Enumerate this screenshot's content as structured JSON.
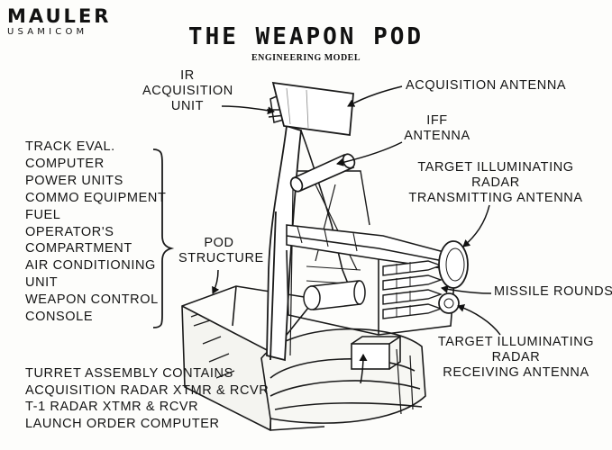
{
  "header": {
    "logo_main": "MAULER",
    "logo_sub": "USAMICOM",
    "title": "THE WEAPON POD",
    "subtitle": "ENGINEERING MODEL"
  },
  "labels": {
    "ir_acquisition_unit": [
      "IR",
      "ACQUISITION",
      "UNIT"
    ],
    "acquisition_antenna": "ACQUISITION ANTENNA",
    "iff_antenna": [
      "IFF",
      "ANTENNA"
    ],
    "target_illuminating_transmitting": [
      "TARGET ILLUMINATING",
      "RADAR",
      "TRANSMITTING ANTENNA"
    ],
    "pod_structure": [
      "POD",
      "STRUCTURE"
    ],
    "missile_rounds": "MISSILE ROUNDS",
    "target_illuminating_receiving": [
      "TARGET ILLUMINATING",
      "RADAR",
      "RECEIVING ANTENNA"
    ],
    "pod_contents": [
      "TRACK EVAL.",
      "COMPUTER",
      "POWER UNITS",
      "COMMO EQUIPMENT",
      "FUEL",
      "OPERATOR'S",
      "COMPARTMENT",
      "AIR CONDITIONING",
      "UNIT",
      "WEAPON CONTROL",
      "CONSOLE"
    ],
    "turret_assembly": [
      "TURRET ASSEMBLY CONTAINS",
      "ACQUISITION RADAR XTMR & RCVR",
      "T-1 RADAR XTMR & RCVR",
      "LAUNCH ORDER COMPUTER"
    ]
  }
}
